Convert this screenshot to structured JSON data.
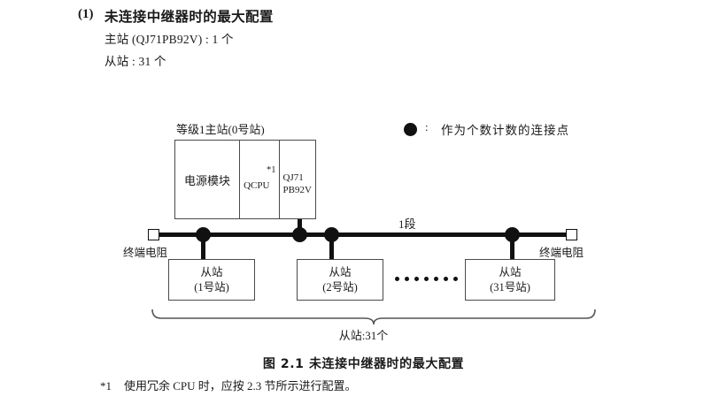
{
  "heading": {
    "number": "(1)",
    "title": "未连接中继器时的最大配置",
    "spec_master": "主站 (QJ71PB92V) : 1 个",
    "spec_slave": "从站 : 31 个"
  },
  "legend": {
    "symbol": "filled-circle",
    "colon": ":",
    "text": "作为个数计数的连接点"
  },
  "master_station": {
    "caption": "等级1主站(0号站)",
    "modules": [
      {
        "label": "电源模块",
        "footnote_mark": ""
      },
      {
        "label": "QCPU",
        "footnote_mark": "*1"
      },
      {
        "label": "QJ71\nPB92V",
        "footnote_mark": ""
      }
    ],
    "module_net_line1": "QJ71",
    "module_net_line2": "PB92V"
  },
  "bus": {
    "segment_label": "1段",
    "terminator_left_label": "终端电阻",
    "terminator_right_label": "终端电阻",
    "node_count_visible": 4
  },
  "slaves": [
    {
      "title": "从站",
      "station": "(1号站)"
    },
    {
      "title": "从站",
      "station": "(2号站)"
    },
    {
      "title": "从站",
      "station": "(31号站)"
    }
  ],
  "ellipsis_dot_count": 7,
  "brace": {
    "label": "从站:31个"
  },
  "figure": {
    "caption": "图 2.1  未连接中继器时的最大配置"
  },
  "footnote": {
    "mark": "*1",
    "text": "使用冗余 CPU 时，应按 2.3 节所示进行配置。"
  },
  "colors": {
    "ink": "#111111",
    "box_stroke": "#4a4a4a",
    "background": "#ffffff"
  }
}
